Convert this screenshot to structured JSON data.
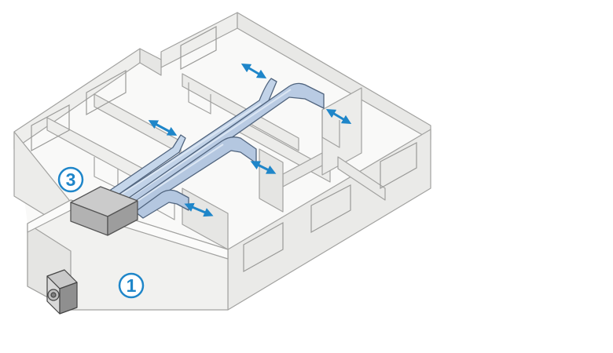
{
  "markers": [
    {
      "id": "outdoor-unit",
      "label": "1"
    },
    {
      "id": "ceiling-unit",
      "label": "3"
    }
  ],
  "colors": {
    "wall_fill": "#f2f2f0",
    "wall_side": "#e4e4e2",
    "wall_stroke": "#a2a2a0",
    "floor": "#f9f9f8",
    "duct_fill": "#b9cbe3",
    "duct_stroke": "#50647e",
    "duct_highlight": "#dbe6f3",
    "unit_top": "#cbcbcb",
    "unit_side": "#9d9d9d",
    "unit_stroke": "#555555",
    "arrow": "#1f86c9",
    "marker": "#1f86c9"
  },
  "icons": [
    "fan-icon",
    "airflow-arrow-icon"
  ]
}
